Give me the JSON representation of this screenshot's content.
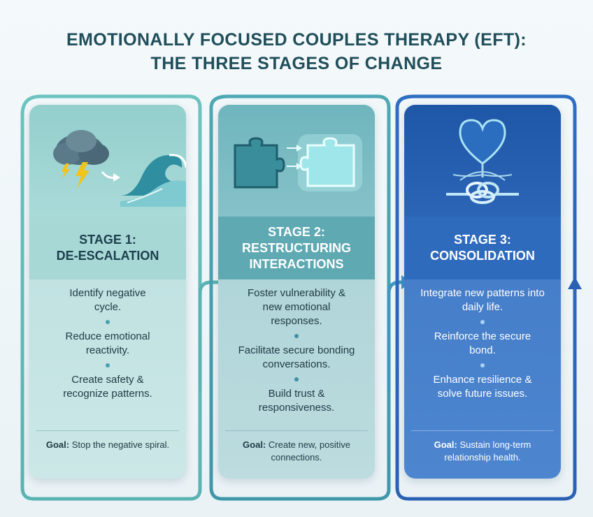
{
  "title": {
    "line1": "EMOTIONALLY FOCUSED COUPLES THERAPY (EFT):",
    "line2": "THE THREE STAGES OF CHANGE"
  },
  "stages": [
    {
      "icon": "storm-cloud-to-wave-icon",
      "heading_line1": "STAGE 1:",
      "heading_line2": "DE-ESCALATION",
      "items": [
        "Identify negative cycle.",
        "Reduce emotional reactivity.",
        "Create safety & recognize patterns."
      ],
      "goal_label": "Goal:",
      "goal_text": "Stop the negative spiral."
    },
    {
      "icon": "puzzle-pieces-icon",
      "heading_line1": "STAGE 2:",
      "heading_line2": "RESTRUCTURING",
      "heading_line3": "INTERACTIONS",
      "items": [
        "Foster vulnerability & new emotional responses.",
        "Facilitate secure bonding conversations.",
        "Build trust & responsiveness."
      ],
      "goal_label": "Goal:",
      "goal_text": "Create new, positive connections."
    },
    {
      "icon": "heart-with-roots-knot-icon",
      "heading_line1": "STAGE 3:",
      "heading_line2": "CONSOLIDATION",
      "items": [
        "Integrate new patterns into daily life.",
        "Reinforce the secure bond.",
        "Enhance resilience & solve future issues."
      ],
      "goal_label": "Goal:",
      "goal_text": "Sustain long-term relationship health."
    }
  ],
  "colors": {
    "title": "#1f4e5a",
    "stage1_accent": "#5cb8b6",
    "stage2_accent": "#4aa3ad",
    "stage3_accent": "#2f6bbd"
  }
}
